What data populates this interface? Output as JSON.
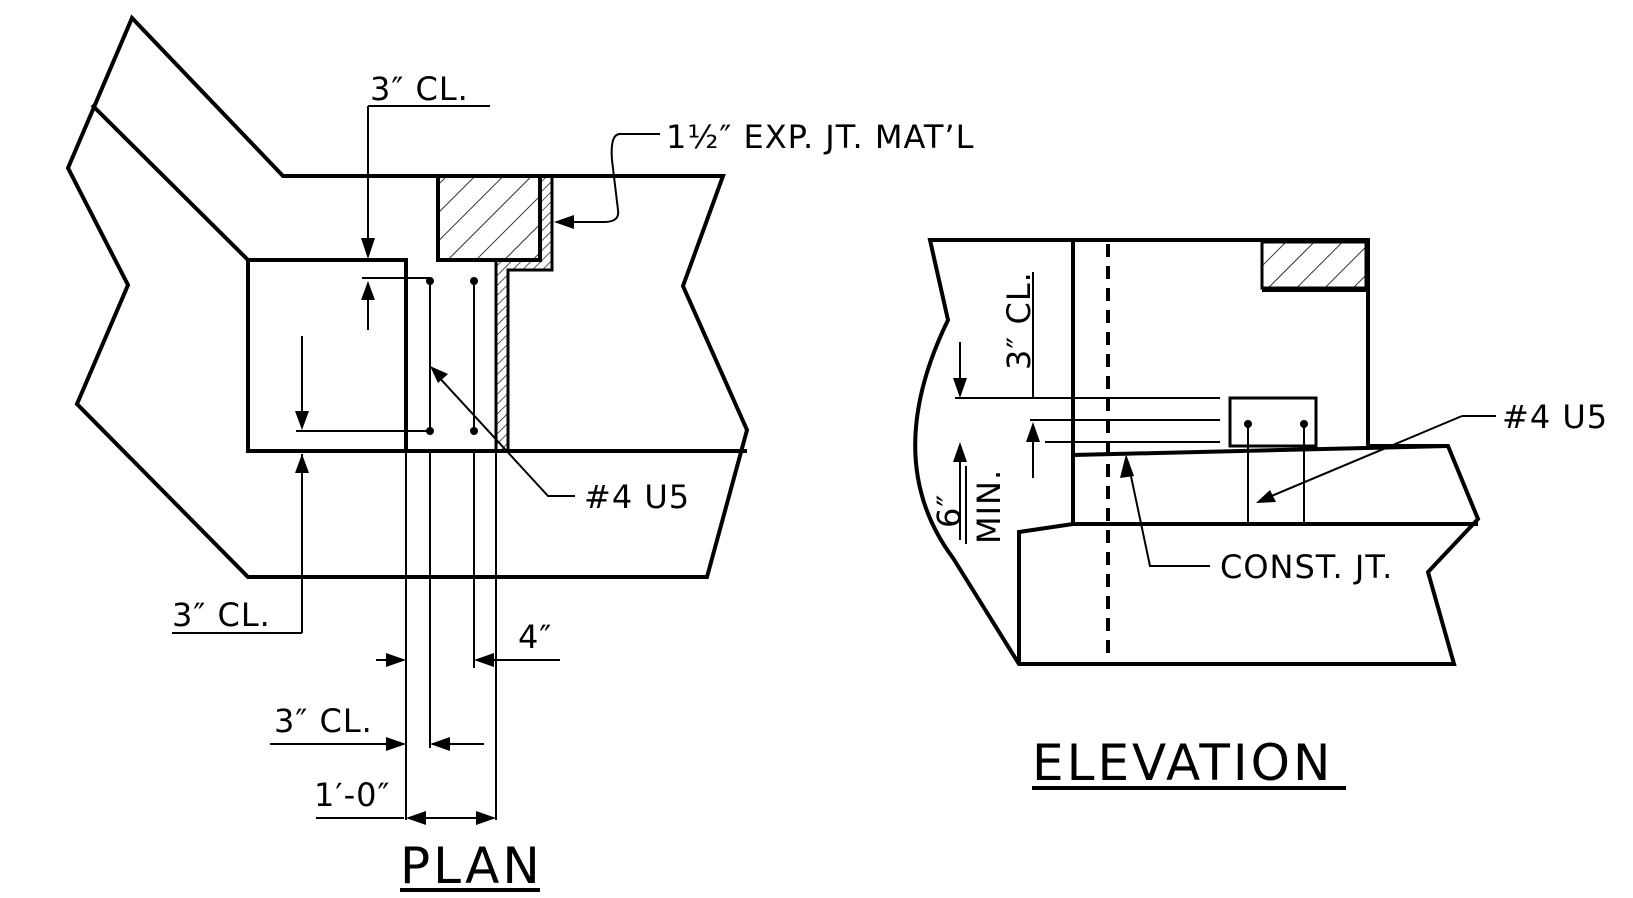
{
  "plan": {
    "title": "PLAN",
    "label_cl_top": "3″ CL.",
    "label_exp_joint": "1½″ EXP. JT. MAT’L",
    "label_bar": "#4 U5",
    "label_cl_left": "3″ CL.",
    "label_four_in": "4″",
    "label_cl_bottom": "3″ CL.",
    "label_one_foot": "1′-0″"
  },
  "elevation": {
    "title": "ELEVATION",
    "label_cl_vertical": "3″ CL.",
    "label_six_in": "6″",
    "label_min": "MIN.",
    "label_bar": "#4 U5",
    "label_const_joint": "CONST. JT."
  }
}
